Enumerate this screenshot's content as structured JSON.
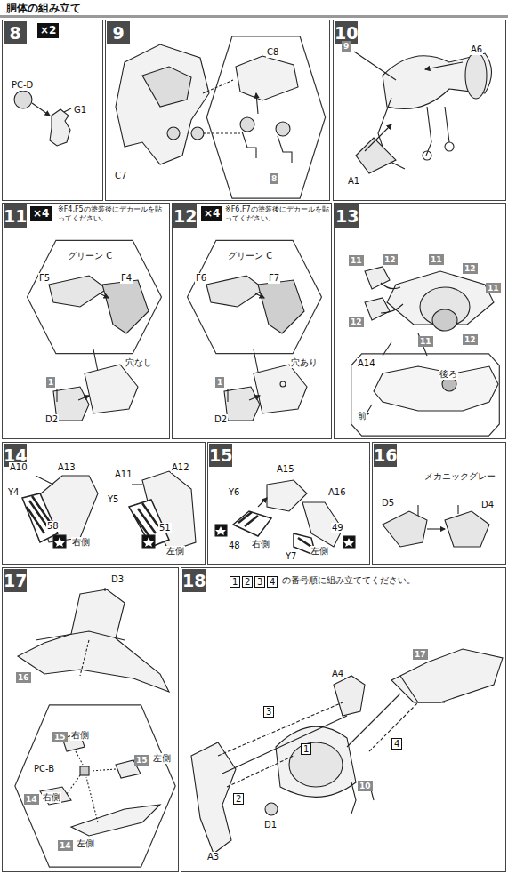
{
  "diagram": {
    "title": "胴体の組み立て",
    "nodes": [
      {
        "text": [
          "8"
        ]
      },
      {
        "text": [
          "9"
        ]
      },
      {
        "text": [
          "C8",
          "8"
        ],
        "in": 1
      },
      {
        "text": [
          "10"
        ]
      },
      {
        "text": [
          "11"
        ]
      },
      {
        "text": [
          "グリーン C",
          "F5",
          "F4"
        ],
        "in": 4
      },
      {
        "text": [
          "12"
        ]
      },
      {
        "text": [
          "グリーン C",
          "F6",
          "F7"
        ],
        "in": 6
      },
      {
        "text": [
          "13"
        ]
      },
      {
        "text": [
          "A14",
          "後ろ",
          "前"
        ],
        "in": 8
      },
      {
        "text": [
          "14"
        ]
      },
      {
        "text": [
          "15"
        ]
      },
      {
        "text": [
          "16"
        ]
      },
      {
        "text": [
          "17"
        ]
      },
      {
        "text": [
          "15",
          "右側",
          "PC-B",
          "15",
          "左側",
          "14",
          "右側",
          "14",
          "左側"
        ],
        "in": 13
      },
      {
        "text": [
          "18"
        ]
      }
    ],
    "labels": [
      "×2",
      "PC-D",
      "G1",
      "C7",
      "A6",
      "A1",
      "9",
      "×4",
      "※F4,F5の塗装後にデカールを貼ってください。",
      "穴なし",
      "1",
      "D2",
      "×4",
      "※F6,F7の塗装後にデカールを貼ってください。",
      "穴あり",
      "1",
      "D2",
      "11",
      "12",
      "12",
      "11",
      "12",
      "11",
      "11",
      "12",
      "A10",
      "A13",
      "A11",
      "A12",
      "Y4",
      "58",
      "右側",
      "Y5",
      "51",
      "左側",
      "A15",
      "Y6",
      "48",
      "右側",
      "A16",
      "Y7",
      "49",
      "左側",
      "メカニックグレー",
      "D5",
      "D4",
      "D3",
      "16",
      "1",
      "2",
      "3",
      "4",
      "の番号順に組み立ててください。",
      "17",
      "A4",
      "3",
      "1",
      "2",
      "4",
      "D1",
      "10",
      "A3"
    ]
  }
}
